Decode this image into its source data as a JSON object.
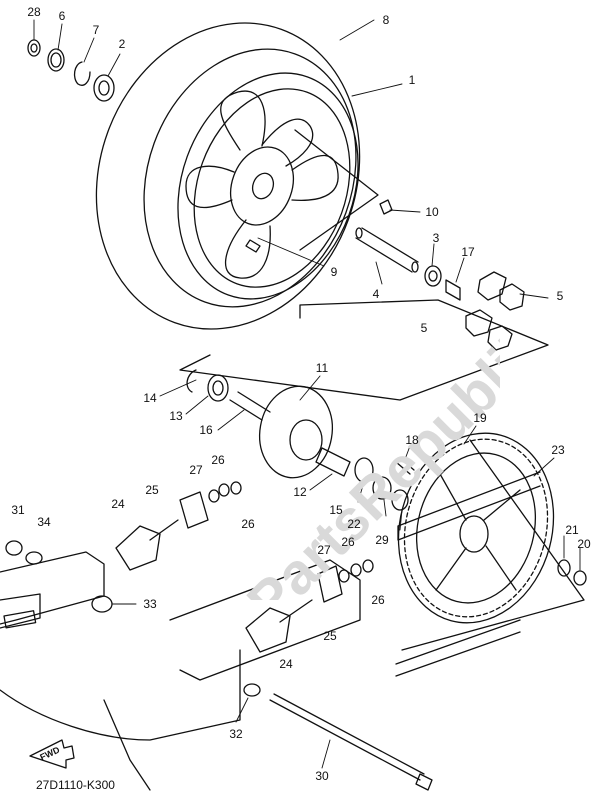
{
  "diagram": {
    "part_code": "27D1110-K300",
    "fwd_label": "FWD",
    "watermark": "PartsRepublik",
    "callouts": [
      "28",
      "6",
      "7",
      "2",
      "8",
      "1",
      "10",
      "3",
      "17",
      "4",
      "9",
      "5",
      "5",
      "11",
      "14",
      "13",
      "16",
      "18",
      "19",
      "23",
      "12",
      "15",
      "22",
      "29",
      "27",
      "26",
      "25",
      "24",
      "26",
      "31",
      "34",
      "33",
      "21",
      "20",
      "27",
      "26",
      "26",
      "25",
      "24",
      "32",
      "30"
    ]
  },
  "colors": {
    "line": "#111111",
    "watermark": "#d9d9d9"
  }
}
